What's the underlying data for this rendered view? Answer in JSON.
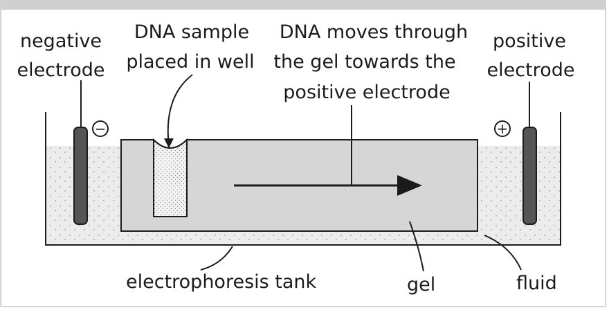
{
  "labels": {
    "negative_electrode": [
      "negative",
      "electrode"
    ],
    "dna_sample": [
      "DNA sample",
      "placed in well"
    ],
    "dna_moves": [
      "DNA moves through",
      "the gel towards the",
      "positive electrode"
    ],
    "positive_electrode": [
      "positive",
      "electrode"
    ],
    "electrophoresis_tank": "electrophoresis tank",
    "gel": "gel",
    "fluid": "fluid"
  },
  "symbols": {
    "negative": "−",
    "positive": "+"
  },
  "colors": {
    "tank_fluid": "#ececec",
    "gel": "#d6d6d6",
    "electrode": "#555555",
    "well_sample": "#f0f0f0",
    "line": "#1b1b1b"
  }
}
